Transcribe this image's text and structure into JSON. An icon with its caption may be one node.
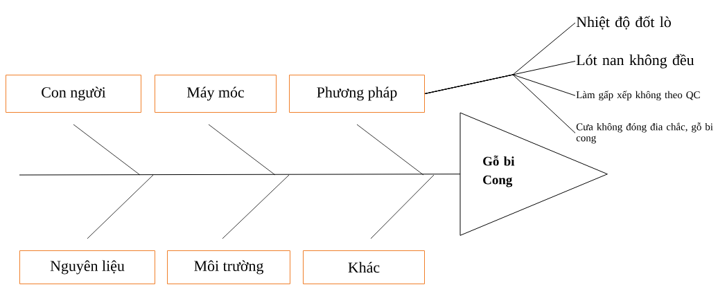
{
  "diagram": {
    "nodes": [
      {
        "text": [
          "Con người"
        ]
      },
      {
        "text": [
          "Máy móc"
        ]
      },
      {
        "text": [
          "Phương pháp"
        ]
      },
      {
        "text": [
          "Nhiệt độ đốt lò"
        ]
      },
      {
        "text": [
          "Lót nan không đều"
        ]
      },
      {
        "text": [
          "Làm gấp xếp không theo QC"
        ]
      },
      {
        "text": [
          "Cưa không đóng đia chắc, gỗ bi cong"
        ]
      },
      {
        "text": [
          "Gỗ bi Cong"
        ]
      },
      {
        "text": [
          "Nguyên liệu"
        ]
      },
      {
        "text": [
          "Môi trường"
        ]
      },
      {
        "text": [
          "Khác"
        ]
      }
    ],
    "edges": [
      {
        "from": null,
        "to": 7,
        "arrow": "none"
      },
      {
        "from": 2,
        "to": 3,
        "arrow": "none"
      },
      {
        "from": 2,
        "to": 4,
        "arrow": "none"
      },
      {
        "from": 2,
        "to": 5,
        "arrow": "none"
      },
      {
        "from": 2,
        "to": 6,
        "arrow": "none"
      }
    ]
  }
}
